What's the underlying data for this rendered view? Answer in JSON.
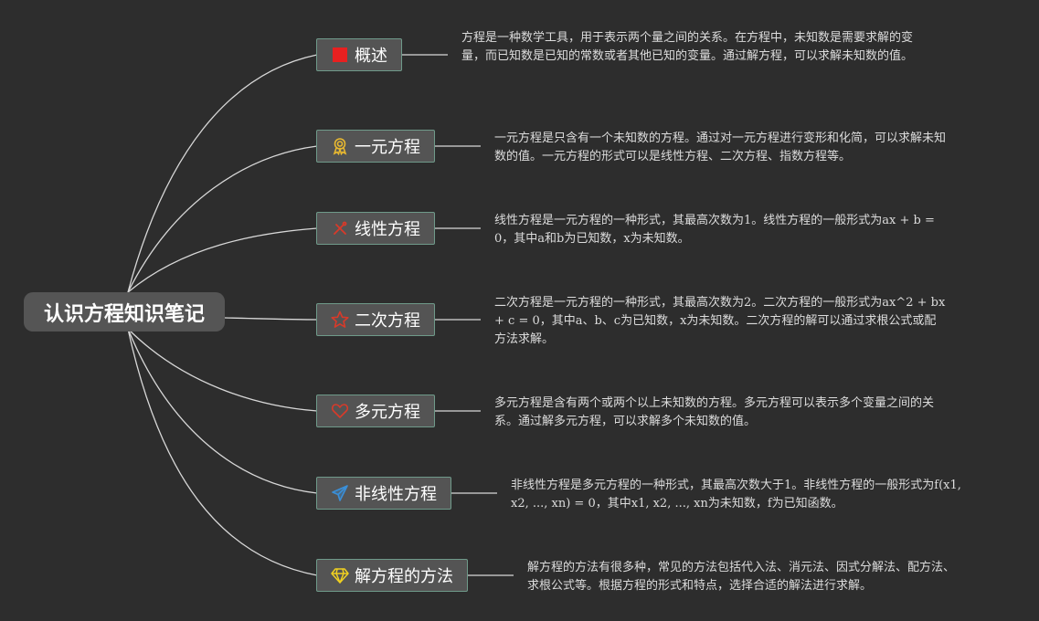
{
  "root": {
    "title": "认识方程知识笔记"
  },
  "branches": [
    {
      "label": "概述",
      "icon": "red-square-icon",
      "icon_color": "#e82020",
      "desc": "方程是一种数学工具，用于表示两个量之间的关系。在方程中，未知数是需要求解的变量，而已知数是已知的常数或者其他已知的变量。通过解方程，可以求解未知数的值。"
    },
    {
      "label": "一元方程",
      "icon": "award-medal-icon",
      "icon_color": "#e8b830",
      "desc": "一元方程是只含有一个未知数的方程。通过对一元方程进行变形和化简，可以求解未知数的值。一元方程的形式可以是线性方程、二次方程、指数方程等。"
    },
    {
      "label": "线性方程",
      "icon": "crossed-tools-icon",
      "icon_color": "#d83a2a",
      "desc": "线性方程是一元方程的一种形式，其最高次数为1。线性方程的一般形式为ax + b = 0，其中a和b为已知数，x为未知数。"
    },
    {
      "label": "二次方程",
      "icon": "star-outline-icon",
      "icon_color": "#d83a2a",
      "desc": "二次方程是一元方程的一种形式，其最高次数为2。二次方程的一般形式为ax^2 + bx + c = 0，其中a、b、c为已知数，x为未知数。二次方程的解可以通过求根公式或配方法求解。"
    },
    {
      "label": "多元方程",
      "icon": "heart-outline-icon",
      "icon_color": "#d83a2a",
      "desc": "多元方程是含有两个或两个以上未知数的方程。多元方程可以表示多个变量之间的关系。通过解多元方程，可以求解多个未知数的值。"
    },
    {
      "label": "非线性方程",
      "icon": "paper-plane-icon",
      "icon_color": "#3a8fd8",
      "desc": "非线性方程是多元方程的一种形式，其最高次数大于1。非线性方程的一般形式为f(x1, x2, ..., xn) = 0，其中x1, x2, ..., xn为未知数，f为已知函数。"
    },
    {
      "label": "解方程的方法",
      "icon": "diamond-gem-icon",
      "icon_color": "#f0d020",
      "desc": "解方程的方法有很多种，常见的方法包括代入法、消元法、因式分解法、配方法、求根公式等。根据方程的形式和特点，选择合适的解法进行求解。"
    }
  ]
}
